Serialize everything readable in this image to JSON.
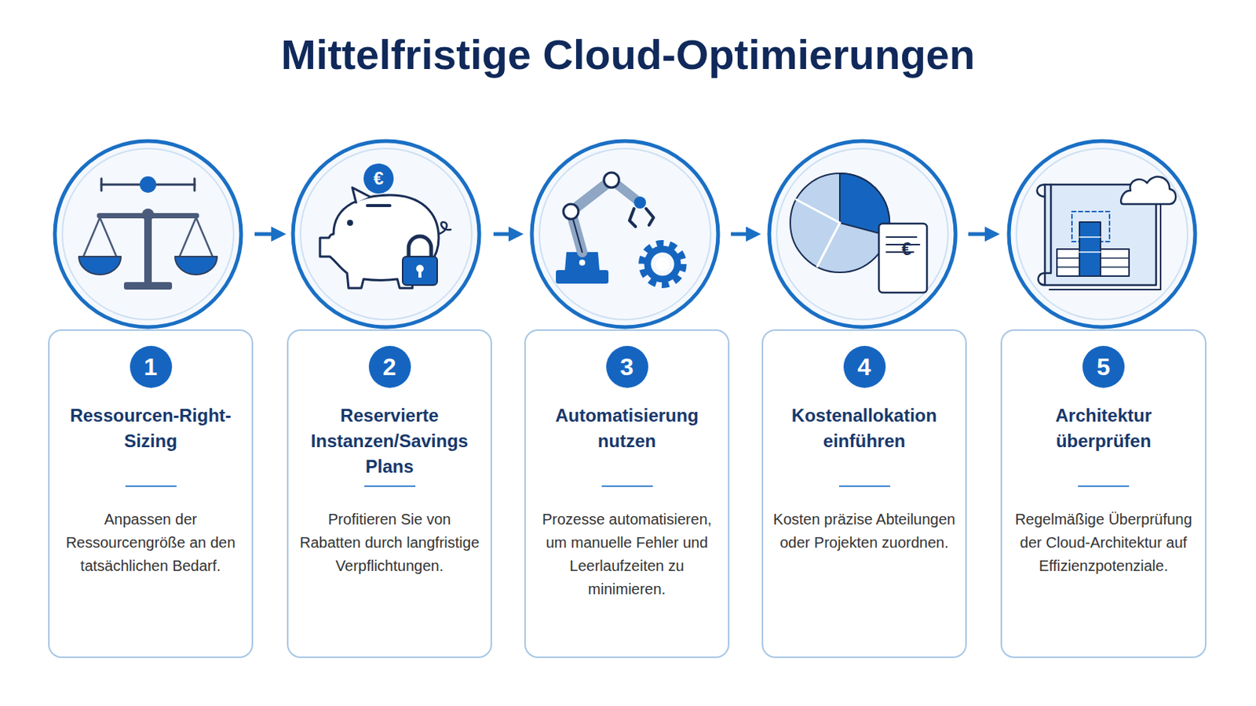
{
  "diagram": {
    "title": "Mittelfristige Cloud-Optimierungen",
    "nodes": [
      {
        "text": [
          "Ressourcen-Right-Sizing",
          "Anpassen der Ressourcengröße an den tatsächlichen Bedarf."
        ]
      },
      {
        "text": [
          "1"
        ],
        "in": 0
      },
      {
        "text": [
          "Reservierte Instanzen/Savings Plans",
          "Profitieren Sie von Rabatten durch langfristige Verpflichtungen."
        ]
      },
      {
        "text": [
          "2"
        ],
        "in": 2
      },
      {
        "text": [
          "Automatisierung nutzen",
          "Prozesse automatisieren, um manuelle Fehler und Leerlaufzeiten zu minimieren."
        ]
      },
      {
        "text": [
          "3"
        ],
        "in": 4
      },
      {
        "text": [
          "Kostenallokation einführen",
          "Kosten präzise Abteilungen oder Projekten zuordnen."
        ]
      },
      {
        "text": [
          "4"
        ],
        "in": 6
      },
      {
        "text": [
          "Architektur überprüfen",
          "Regelmäßige Überprüfung der Cloud-Architektur auf Effizienzpotenziale."
        ]
      },
      {
        "text": [
          "5"
        ],
        "in": 8
      }
    ],
    "edges": [
      {
        "from": 0,
        "to": 2,
        "arrow": "to"
      },
      {
        "from": 2,
        "to": 4,
        "arrow": "to"
      },
      {
        "from": 4,
        "to": 6,
        "arrow": "to"
      },
      {
        "from": 6,
        "to": 8,
        "arrow": "to"
      }
    ],
    "labels": [
      "€",
      "€"
    ]
  }
}
